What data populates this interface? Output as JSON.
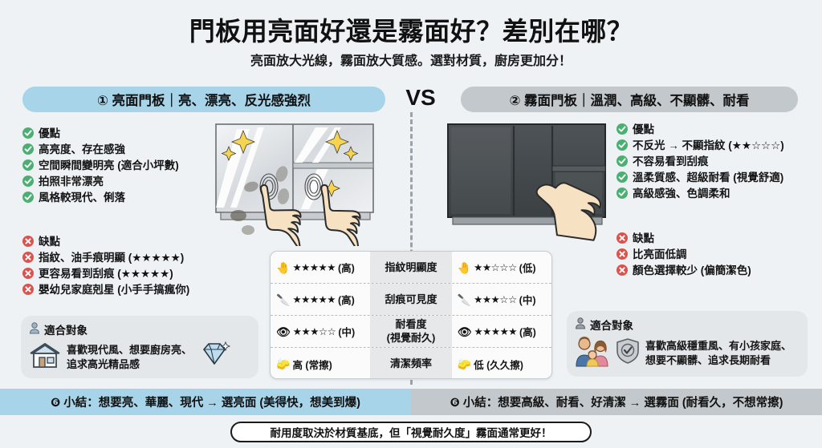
{
  "header": {
    "title": "門板用亮面好還是霧面好？差別在哪？",
    "subtitle": "亮面放大光線，霧面放大質感。選對材質，廚房更加分！"
  },
  "vs_label": "VS",
  "left_panel": {
    "banner": "① 亮面門板｜亮、漂亮、反光感強烈",
    "pros": [
      "優點",
      "高亮度、存在感強",
      "空間瞬間變明亮 (適合小坪數)",
      "拍照非常漂亮",
      "風格較現代、俐落"
    ],
    "cons": [
      "缺點",
      "指紋、油手痕明顯 (★★★★★)",
      "更容易看到刮痕 (★★★★★)",
      "嬰幼兒家庭剋星 (小手手搞瘋你)"
    ],
    "audience_title": "適合對象",
    "audience_icon": "person-icon",
    "audience_text_1": "喜歡現代風、想要廚房亮、",
    "audience_text_2": "追求高光精品感",
    "audience_left_icon": "house-icon",
    "audience_right_icon": "diamond-icon",
    "summary": "❻ 小結：想要亮、華麗、現代 → 選亮面 (美得快，想美到爆)",
    "illustration": "glossy-cabinet-fingerprints-illustration"
  },
  "right_panel": {
    "banner": "② 霧面門板｜溫潤、高級、不顯髒、耐看",
    "pros": [
      "優點",
      "不反光 → 不顯指紋 (★★☆☆☆)",
      "不容易看到刮痕",
      "溫柔質感、超級耐看 (視覺舒適)",
      "高級感強、色調柔和"
    ],
    "cons": [
      "缺點",
      "比亮面低調",
      "顏色選擇較少 (偏簡潔色)"
    ],
    "audience_title": "適合對象",
    "audience_icon": "person-icon",
    "audience_text_1": "喜歡高級穩重風、有小孩家庭、",
    "audience_text_2": "想要不顯髒、追求長期耐看",
    "audience_left_icon": "family-icon",
    "audience_right_icon": "shield-check-icon",
    "summary": "❻ 小結：想要高級、耐看、好清潔 → 選霧面 (耐看久，不想常擦)",
    "illustration": "matte-cabinet-illustration"
  },
  "table": {
    "rows": [
      {
        "metric": "指紋明顯度",
        "left_icon": "hand-icon",
        "left_stars": "★★★★★",
        "left_value": "(高)",
        "right_icon": "hand-icon",
        "right_stars": "★★☆☆☆",
        "right_value": "(低)"
      },
      {
        "metric": "刮痕可見度",
        "left_icon": "knife-icon",
        "left_stars": "★★★★★",
        "left_value": "(高)",
        "right_icon": "knife-icon",
        "right_stars": "★★★☆☆",
        "right_value": "(中)"
      },
      {
        "metric_line1": "耐看度",
        "metric_line2": "(視覺耐久)",
        "metric": "耐看度 (視覺耐久)",
        "left_icon": "eye-icon",
        "left_stars": "★★★☆☆",
        "left_value": "(中)",
        "right_icon": "eye-icon",
        "right_stars": "★★★★★",
        "right_value": "(高)"
      },
      {
        "metric": "清潔頻率",
        "left_icon": "sponge-icon",
        "left_stars": "",
        "left_value": "高 (常擦)",
        "right_icon": "sponge-icon",
        "right_stars": "",
        "right_value": "低 (久久擦)"
      }
    ]
  },
  "footnote": "耐用度取決於材質基底，但「視覺耐久度」霧面通常更好！",
  "colors": {
    "background": "#eef2f5",
    "glossy_accent": "#a8d4ea",
    "matte_accent": "#c3c8cc",
    "pro_green": "#4caf72",
    "con_red": "#d9534f",
    "panel_gray": "#e4e7ea"
  }
}
